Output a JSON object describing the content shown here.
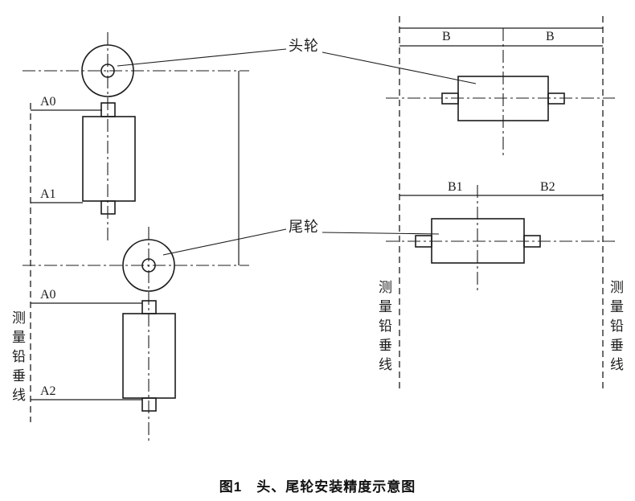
{
  "caption": "图1　头、尾轮安装精度示意图",
  "left_view": {
    "head_wheel_label": "头轮",
    "tail_wheel_label": "尾轮",
    "dim_a0_top": "A0",
    "dim_a1": "A1",
    "dim_a0_bottom": "A0",
    "dim_a2": "A2",
    "plumb_text": "测量铅垂线"
  },
  "right_view": {
    "dim_b_left": "B",
    "dim_b_right": "B",
    "dim_b1": "B1",
    "dim_b2": "B2",
    "plumb_text_left": "测量铅垂线",
    "plumb_text_right": "测量铅垂线"
  },
  "colors": {
    "line": "#1c1c1c",
    "background": "#ffffff"
  }
}
